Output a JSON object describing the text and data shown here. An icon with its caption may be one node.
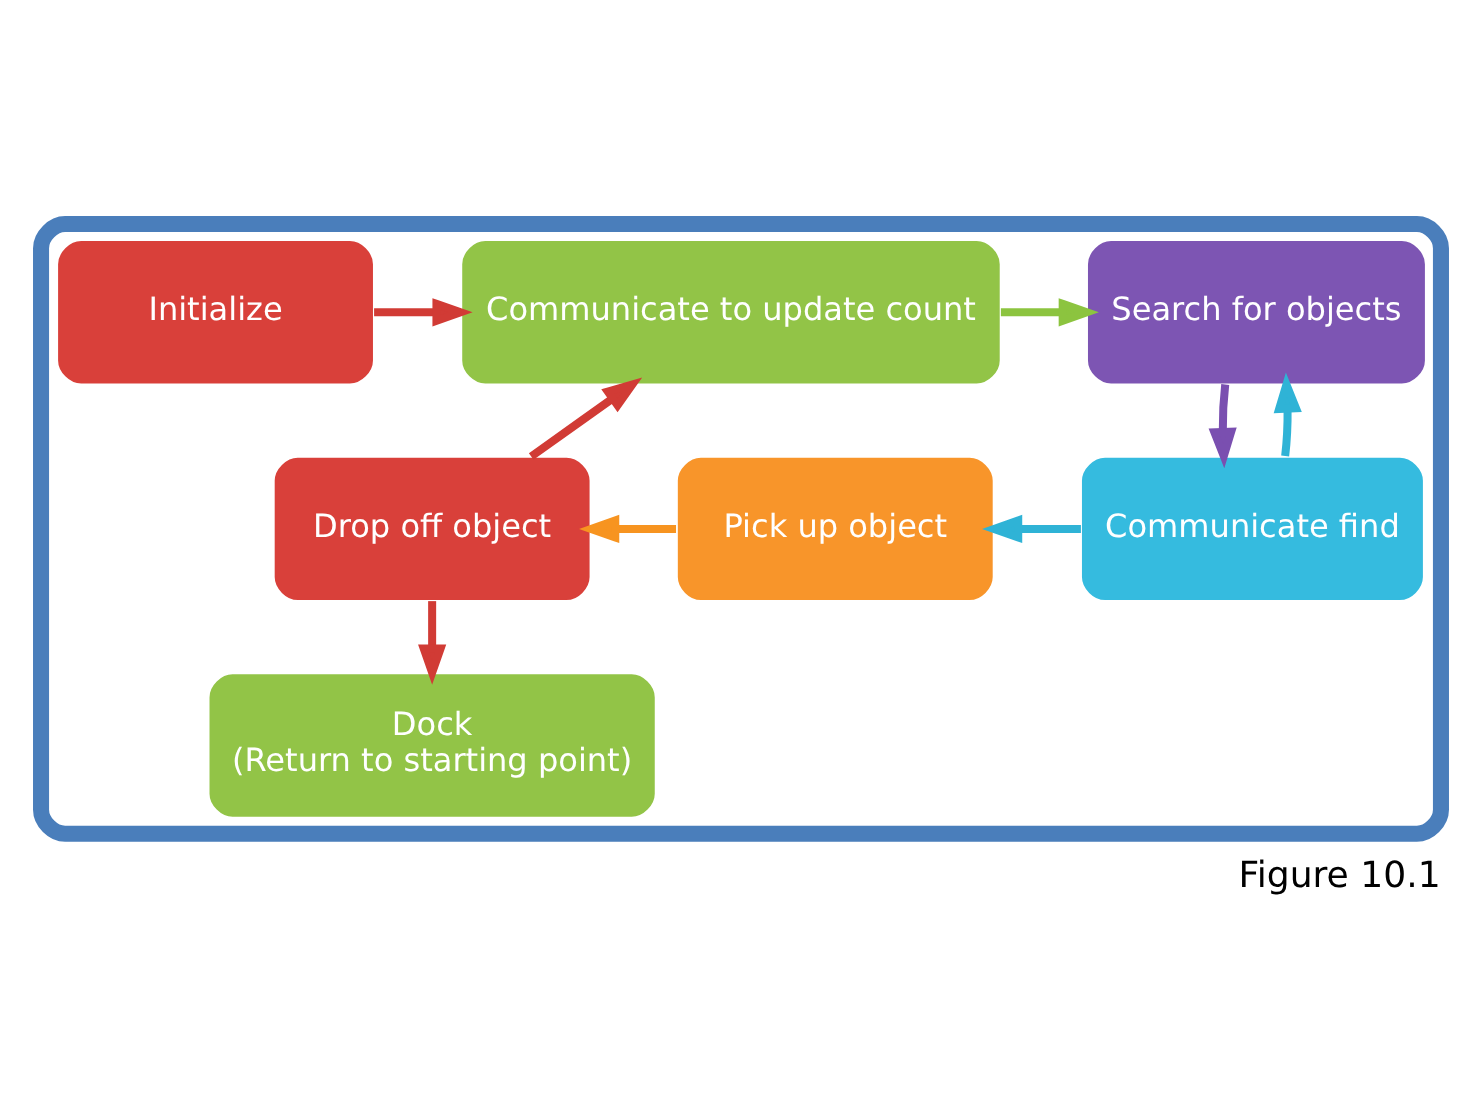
{
  "diagram": {
    "caption": "Figure 10.1",
    "nodes": [
      {
        "text": [],
        "shape": "box"
      },
      {
        "text": [
          "Initialize"
        ],
        "in": 0
      },
      {
        "text": [
          "Communicate to update count"
        ],
        "in": 0
      },
      {
        "text": [
          "Search for objects"
        ],
        "in": 0
      },
      {
        "text": [
          "Communicate find"
        ],
        "in": 0
      },
      {
        "text": [
          "Pick up object"
        ],
        "in": 0
      },
      {
        "text": [
          "Drop off object"
        ],
        "in": 0
      },
      {
        "text": [
          "Dock",
          "(Return to starting point)"
        ],
        "in": 0
      }
    ],
    "edges": [
      {
        "from": 1,
        "to": 2,
        "arrow": "to",
        "color": "#d13b35"
      },
      {
        "from": 2,
        "to": 3,
        "arrow": "to",
        "color": "#8cc43f"
      },
      {
        "from": 3,
        "to": 4,
        "arrow": "to",
        "color": "#7a4fb0"
      },
      {
        "from": 4,
        "to": 3,
        "arrow": "to",
        "color": "#2fb3d6"
      },
      {
        "from": 4,
        "to": 5,
        "arrow": "to",
        "color": "#2fb3d6"
      },
      {
        "from": 5,
        "to": 6,
        "arrow": "to",
        "color": "#f79420"
      },
      {
        "from": 6,
        "to": 2,
        "arrow": "to",
        "color": "#d13b35"
      },
      {
        "from": 6,
        "to": 7,
        "arrow": "to",
        "color": "#d13b35"
      }
    ]
  }
}
